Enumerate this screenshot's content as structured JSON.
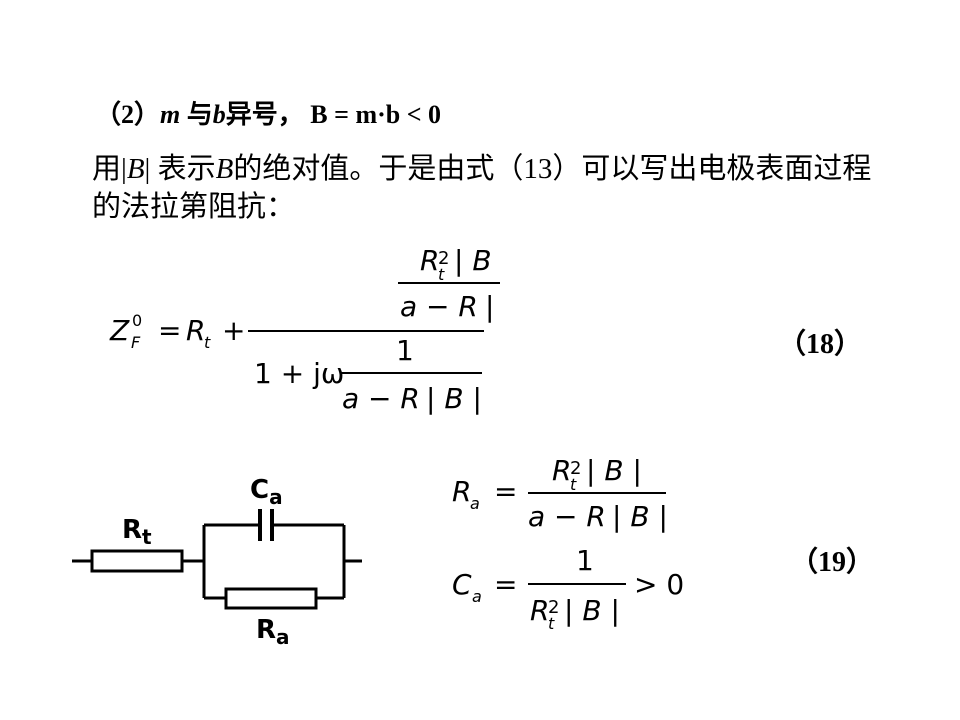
{
  "heading": {
    "prefix": "（2）",
    "m": "m",
    "text1": " 与",
    "b": "b",
    "text2": "异号，",
    "expr": "B = m·b < 0"
  },
  "paragraph": {
    "part1": "用|",
    "B1": "B",
    "part2": "|  表示",
    "B2": "B",
    "part3": "的绝对值。于是由式（13）可以写出电极表面过程的法拉第阻抗："
  },
  "eq18": {
    "number": "（18）",
    "lhs_Z": "Z",
    "lhs_sup": "0",
    "lhs_sub": "F",
    "eq": "=",
    "Rt": "R",
    "t": "t",
    "plus": "+",
    "num_num": "| B |",
    "sq": "2",
    "a_minus": "a − R",
    "one_plus": "1 + jω",
    "one": "1"
  },
  "eq19": {
    "number": "（19）",
    "Ra_lhs": "R",
    "a_sub": "a",
    "Ca_lhs": "C",
    "gt0": "> 0"
  },
  "circuit": {
    "Rt_label": "R",
    "Rt_sub": "t",
    "Ca_label": "C",
    "Ca_sub": "a",
    "Ra_label": "R",
    "Ra_sub": "a"
  }
}
